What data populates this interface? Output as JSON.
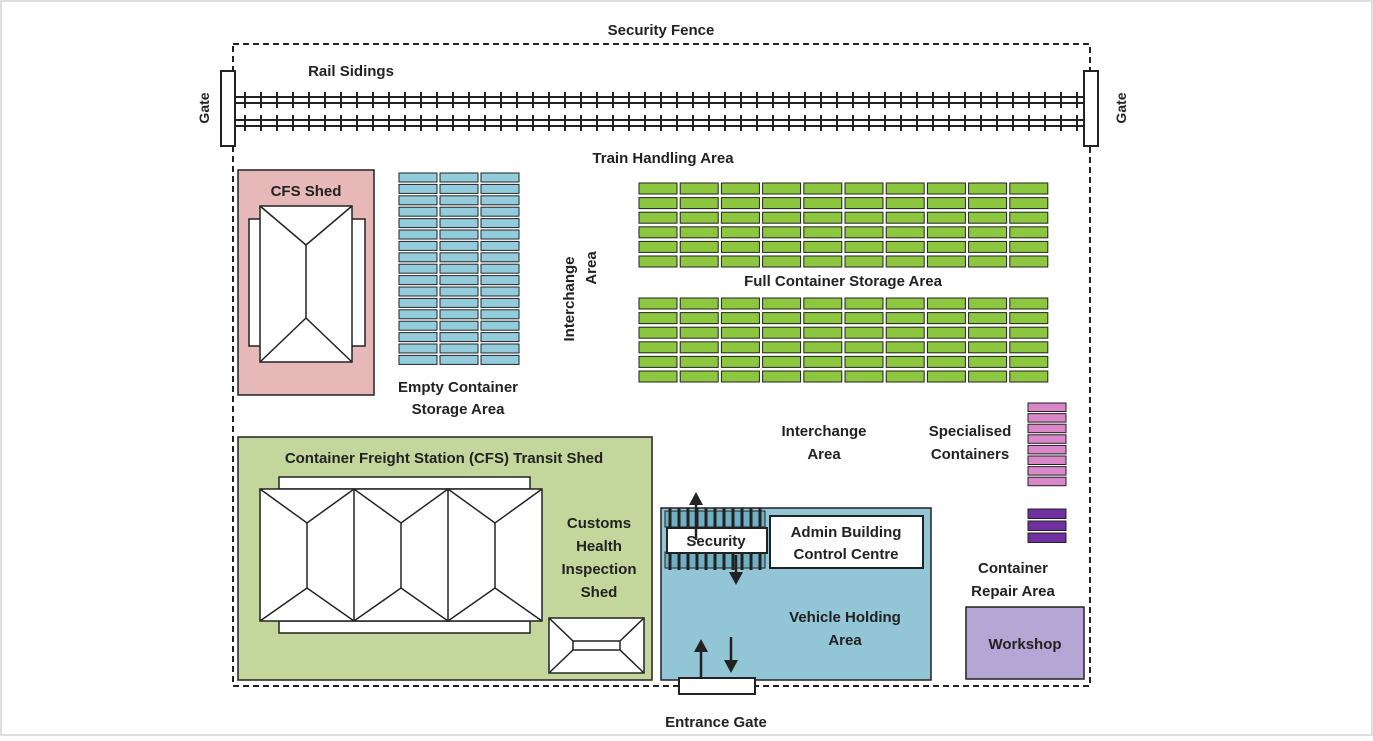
{
  "labels": {
    "security_fence": "Security Fence",
    "rail_sidings": "Rail Sidings",
    "gate_left": "Gate",
    "gate_right": "Gate",
    "train_handling_area": "Train Handling Area",
    "cfs_shed": "CFS Shed",
    "empty_container_line1": "Empty Container",
    "empty_container_line2": "Storage Area",
    "interchange_vertical_line1": "Interchange",
    "interchange_vertical_line2": "Area",
    "full_container_storage": "Full Container Storage Area",
    "interchange_line1": "Interchange",
    "interchange_line2": "Area",
    "specialised_line1": "Specialised",
    "specialised_line2": "Containers",
    "cfs_transit_shed": "Container Freight Station (CFS) Transit Shed",
    "customs_line1": "Customs",
    "customs_line2": "Health",
    "customs_line3": "Inspection",
    "customs_line4": "Shed",
    "security": "Security",
    "admin_line1": "Admin Building",
    "admin_line2": "Control Centre",
    "vehicle_line1": "Vehicle Holding",
    "vehicle_line2": "Area",
    "container_repair_line1": "Container",
    "container_repair_line2": "Repair Area",
    "workshop": "Workshop",
    "entrance_gate": "Entrance Gate"
  },
  "colors": {
    "cfs_shed_fill": "#e6b8b7",
    "empty_container": "#93cddd",
    "full_container": "#8dc63f",
    "cfs_transit_fill": "#c3d69b",
    "vehicle_holding_fill": "#92c5d5",
    "specialised_pink": "#d987c9",
    "specialised_purple": "#7030a0",
    "workshop_fill": "#b4a7d6"
  }
}
